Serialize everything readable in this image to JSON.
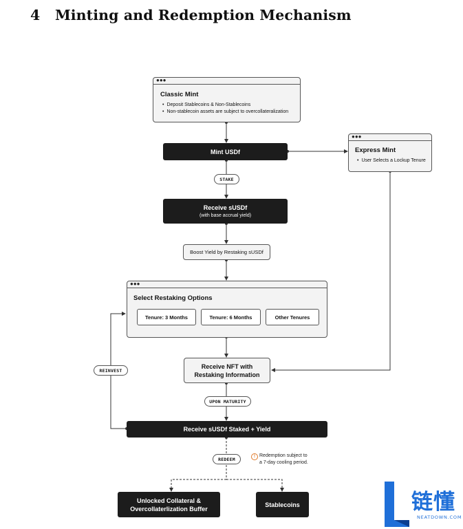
{
  "section": {
    "number": "4",
    "title": "Minting and Redemption Mechanism"
  },
  "classic_mint": {
    "title": "Classic Mint",
    "bullets": [
      "Deposit Stablecoins & Non-Stablecoins",
      "Non-stablecoin assets are subject to overcollateralization"
    ]
  },
  "mint_usdf": "Mint USDf",
  "express_mint": {
    "title": "Express Mint",
    "bullets": [
      "User Selects a Lockup Tenure"
    ]
  },
  "stake_label": "STAKE",
  "receive_susdf": {
    "title": "Receive sUSDf",
    "subtitle": "(with base accrual yield)"
  },
  "boost_yield": "Boost Yield by Restaking sUSDf",
  "restaking": {
    "title": "Select Restaking Options",
    "options": [
      "Tenure: 3 Months",
      "Tenure: 6 Months",
      "Other Tenures"
    ]
  },
  "reinvest_label": "REINVEST",
  "receive_nft": {
    "line1": "Receive NFT with",
    "line2": "Restaking Information"
  },
  "upon_maturity_label": "UPON MATURITY",
  "receive_staked": "Receive sUSDf Staked + Yield",
  "redeem_label": "REDEEM",
  "redemption_note": {
    "line1": "Redemption subject to",
    "line2": "a 7-day cooling period."
  },
  "unlocked_collateral": {
    "line1": "Unlocked Collateral &",
    "line2": "Overcollaterlization Buffer"
  },
  "stablecoins": "Stablecoins",
  "watermark": {
    "chinese": "链懂",
    "english": "NEATDOWN.COM"
  },
  "colors": {
    "dark_box": "#1c1c1c",
    "light_box": "#f3f3f3",
    "line": "#333333",
    "note_icon": "#e07a2a",
    "logo": "#1f6fd8"
  },
  "icons": {
    "window_dots": "window-dots-icon",
    "note": "warning-circle-icon"
  }
}
